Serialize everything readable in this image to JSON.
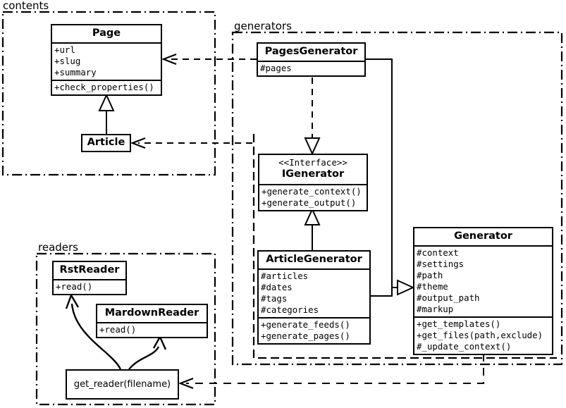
{
  "diagram": {
    "kind": "uml-class-diagram",
    "stroke_color": "#000000",
    "background_color": "#ffffff"
  },
  "packages": [
    {
      "id": "contents",
      "label": "contents"
    },
    {
      "id": "generators",
      "label": "generators"
    },
    {
      "id": "readers",
      "label": "readers"
    }
  ],
  "classes": {
    "page": {
      "name": "Page",
      "attributes": [
        "+url",
        "+slug",
        "+summary"
      ],
      "methods": [
        "+check_properties()"
      ]
    },
    "article": {
      "name": "Article",
      "attributes": [],
      "methods": []
    },
    "pages_generator": {
      "name": "PagesGenerator",
      "attributes": [
        "#pages"
      ],
      "methods": []
    },
    "igenerator": {
      "stereotype": "<<Interface>>",
      "name": "IGenerator",
      "attributes": [],
      "methods": [
        "+generate_context()",
        "+generate_output()"
      ]
    },
    "article_generator": {
      "name": "ArticleGenerator",
      "attributes": [
        "#articles",
        "#dates",
        "#tags",
        "#categories"
      ],
      "methods": [
        "+generate_feeds()",
        "+generate_pages()"
      ]
    },
    "generator": {
      "name": "Generator",
      "attributes": [
        "#context",
        "#settings",
        "#path",
        "#theme",
        "#output_path",
        "#markup"
      ],
      "methods": [
        "+get_templates()",
        "+get_files(path,exclude)",
        "#_update_context()"
      ]
    },
    "rst_reader": {
      "name": "RstReader",
      "attributes": [],
      "methods": [
        "+read()"
      ]
    },
    "mardown_reader": {
      "name": "MardownReader",
      "attributes": [],
      "methods": [
        "+read()"
      ]
    }
  },
  "functions": {
    "get_reader": {
      "label": "get_reader(filename)"
    }
  },
  "relations": [
    {
      "type": "generalization",
      "from": "Article",
      "to": "Page",
      "style": "solid",
      "arrow": "hollow-triangle"
    },
    {
      "type": "realization",
      "from": "PagesGenerator",
      "to": "IGenerator",
      "style": "dashed",
      "arrow": "hollow-triangle"
    },
    {
      "type": "generalization",
      "from": "ArticleGenerator",
      "to": "IGenerator",
      "style": "solid",
      "arrow": "hollow-triangle"
    },
    {
      "type": "generalization",
      "from": "PagesGenerator",
      "to": "Generator",
      "style": "solid",
      "arrow": "hollow-triangle"
    },
    {
      "type": "generalization",
      "from": "ArticleGenerator",
      "to": "Generator",
      "style": "solid",
      "arrow": "hollow-triangle"
    },
    {
      "type": "dependency",
      "from": "PagesGenerator",
      "to": "Page",
      "style": "dashed",
      "arrow": "open"
    },
    {
      "type": "dependency",
      "from": "generators",
      "to": "Article",
      "style": "dashed",
      "arrow": "open"
    },
    {
      "type": "dependency",
      "from": "Generator",
      "to": "get_reader(filename)",
      "style": "dashed",
      "arrow": "open"
    },
    {
      "type": "association",
      "from": "get_reader(filename)",
      "to": "RstReader",
      "style": "solid-curve",
      "arrow": "open"
    },
    {
      "type": "association",
      "from": "get_reader(filename)",
      "to": "MardownReader",
      "style": "solid-curve",
      "arrow": "open"
    }
  ]
}
